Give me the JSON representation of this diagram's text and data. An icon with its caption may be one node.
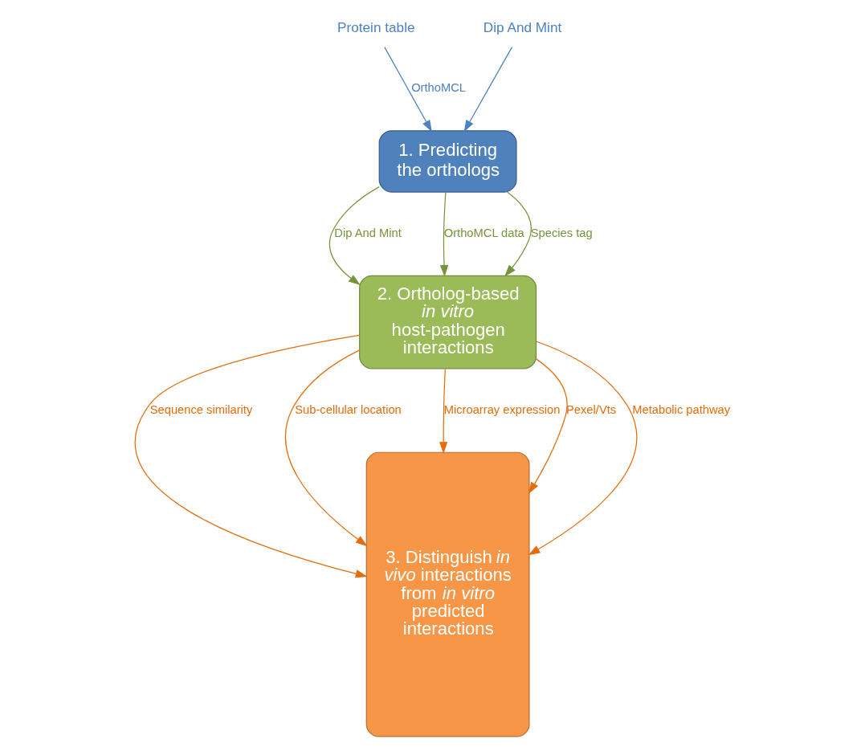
{
  "diagram": {
    "nodes": [
      {
        "text": [
          "Protein table"
        ]
      },
      {
        "text": [
          "Dip And Mint"
        ]
      },
      {
        "text": [
          "1. Predicting the orthologs"
        ]
      },
      {
        "text": [
          "3. Distinguish *in vivo* interactions from *in vitro* predicted interactions"
        ]
      },
      {
        "text": [
          "2. Ortholog-based *in vitro* host-pathogen interactions"
        ]
      }
    ],
    "edges": [
      {
        "from": 0,
        "to": 2,
        "arrow": "to",
        "label": "OrthoMCL",
        "color": "#4f81bd"
      },
      {
        "from": 1,
        "to": 2,
        "arrow": "to",
        "color": "#4f81bd"
      },
      {
        "from": 2,
        "to": 4,
        "arrow": "to",
        "label": "Dip And Mint",
        "color": "#77933c"
      },
      {
        "from": 2,
        "to": 4,
        "arrow": "to",
        "label": "OrthoMCL data",
        "color": "#77933c"
      },
      {
        "from": 2,
        "to": 4,
        "arrow": "to",
        "label": "Species tag",
        "color": "#77933c"
      },
      {
        "from": 4,
        "to": 3,
        "arrow": "to",
        "label": "Sequence similarity",
        "color": "#e46c0a"
      },
      {
        "from": 4,
        "to": 3,
        "arrow": "to",
        "label": "Sub-cellular location",
        "color": "#e46c0a"
      },
      {
        "from": 4,
        "to": 3,
        "arrow": "to",
        "label": "Microarray expression",
        "color": "#e46c0a"
      },
      {
        "from": 4,
        "to": 3,
        "arrow": "to",
        "label": "Pexel/Vts",
        "color": "#e46c0a"
      },
      {
        "from": 4,
        "to": 3,
        "arrow": "to",
        "label": "Metabolic pathway",
        "color": "#e46c0a"
      }
    ]
  }
}
